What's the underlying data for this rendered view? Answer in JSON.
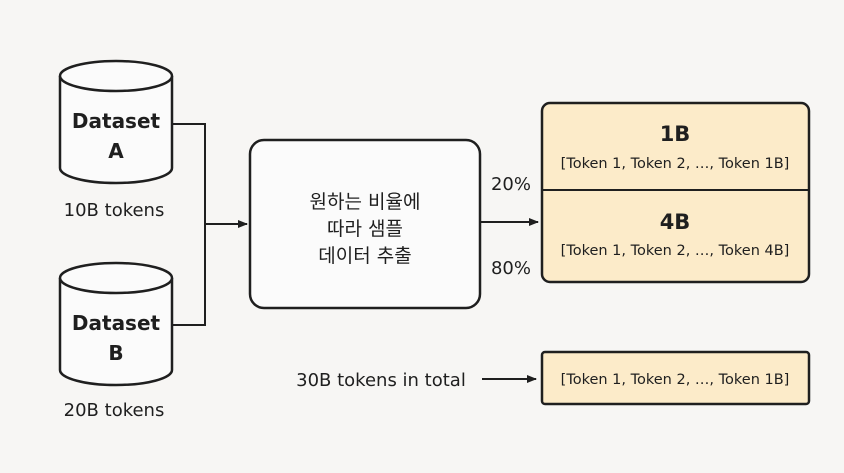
{
  "datasets": [
    {
      "name_line1": "Dataset",
      "name_line2": "A",
      "tokens": "10B tokens"
    },
    {
      "name_line1": "Dataset",
      "name_line2": "B",
      "tokens": "20B tokens"
    }
  ],
  "sampler": {
    "line1": "원하는 비율에",
    "line2": "따라 샘플",
    "line3": "데이터 추출"
  },
  "ratios": {
    "top": "20%",
    "bottom": "80%"
  },
  "output_split": [
    {
      "size": "1B",
      "tokens": "[Token 1, Token 2, …, Token 1B]"
    },
    {
      "size": "4B",
      "tokens": "[Token 1, Token 2, …, Token 4B]"
    }
  ],
  "total": {
    "label": "30B tokens in total",
    "tokens": "[Token 1, Token 2, …, Token 1B]"
  },
  "colors": {
    "output_fill": "#fcebc9",
    "box_fill": "#fbfbfb",
    "stroke": "#1f1f1f",
    "background": "#f7f6f4"
  }
}
